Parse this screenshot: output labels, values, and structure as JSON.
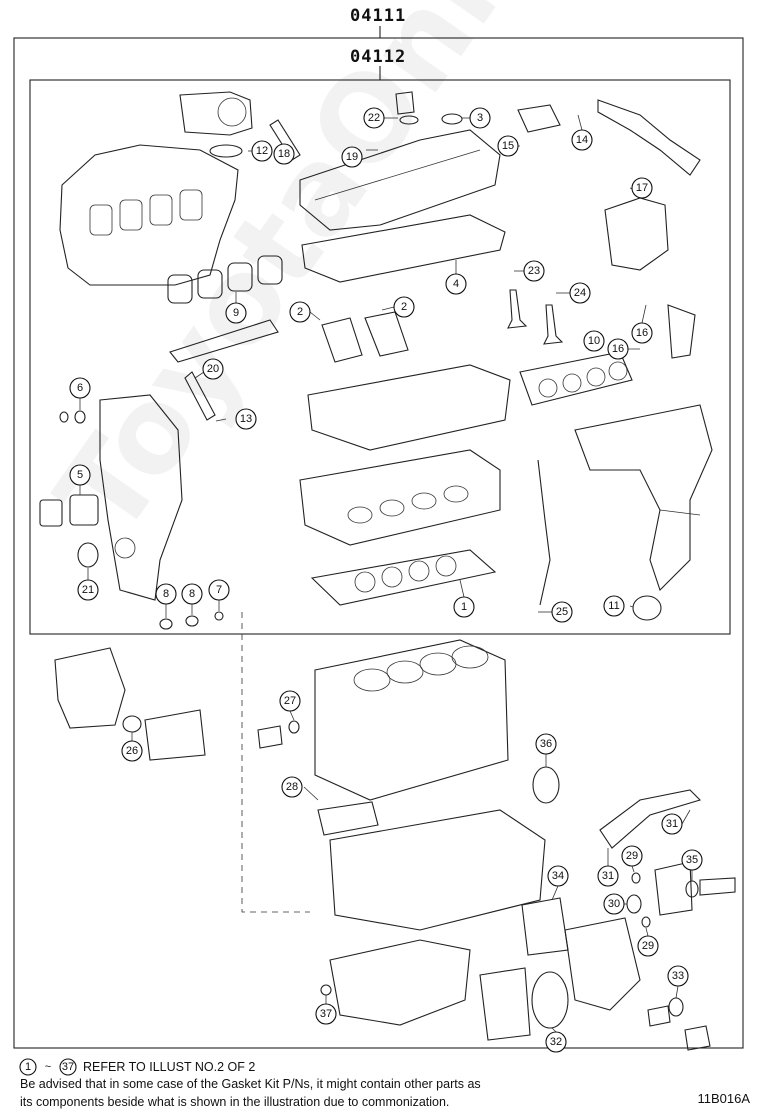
{
  "header": {
    "kit_code_outer": "04111",
    "kit_code_inner": "04112"
  },
  "callouts": [
    "1",
    "2",
    "3",
    "4",
    "5",
    "6",
    "7",
    "8",
    "9",
    "10",
    "11",
    "12",
    "13",
    "14",
    "15",
    "16",
    "17",
    "18",
    "19",
    "20",
    "21",
    "22",
    "23",
    "24",
    "25",
    "26",
    "27",
    "28",
    "29",
    "30",
    "31",
    "32",
    "33",
    "34",
    "35",
    "36",
    "37"
  ],
  "footer": {
    "range_start": "1",
    "range_tilde": "~",
    "range_end": "37",
    "refer_text": "REFER TO ILLUST NO.2 OF 2",
    "advisory_line1": "Be advised that in some case of the Gasket Kit P/Ns,  it might contain other parts as",
    "advisory_line2": "its components beside what is shown in the illustration due to commonization.",
    "figure_id": "11B016A"
  },
  "watermark": "ToyotaOnline.ru"
}
